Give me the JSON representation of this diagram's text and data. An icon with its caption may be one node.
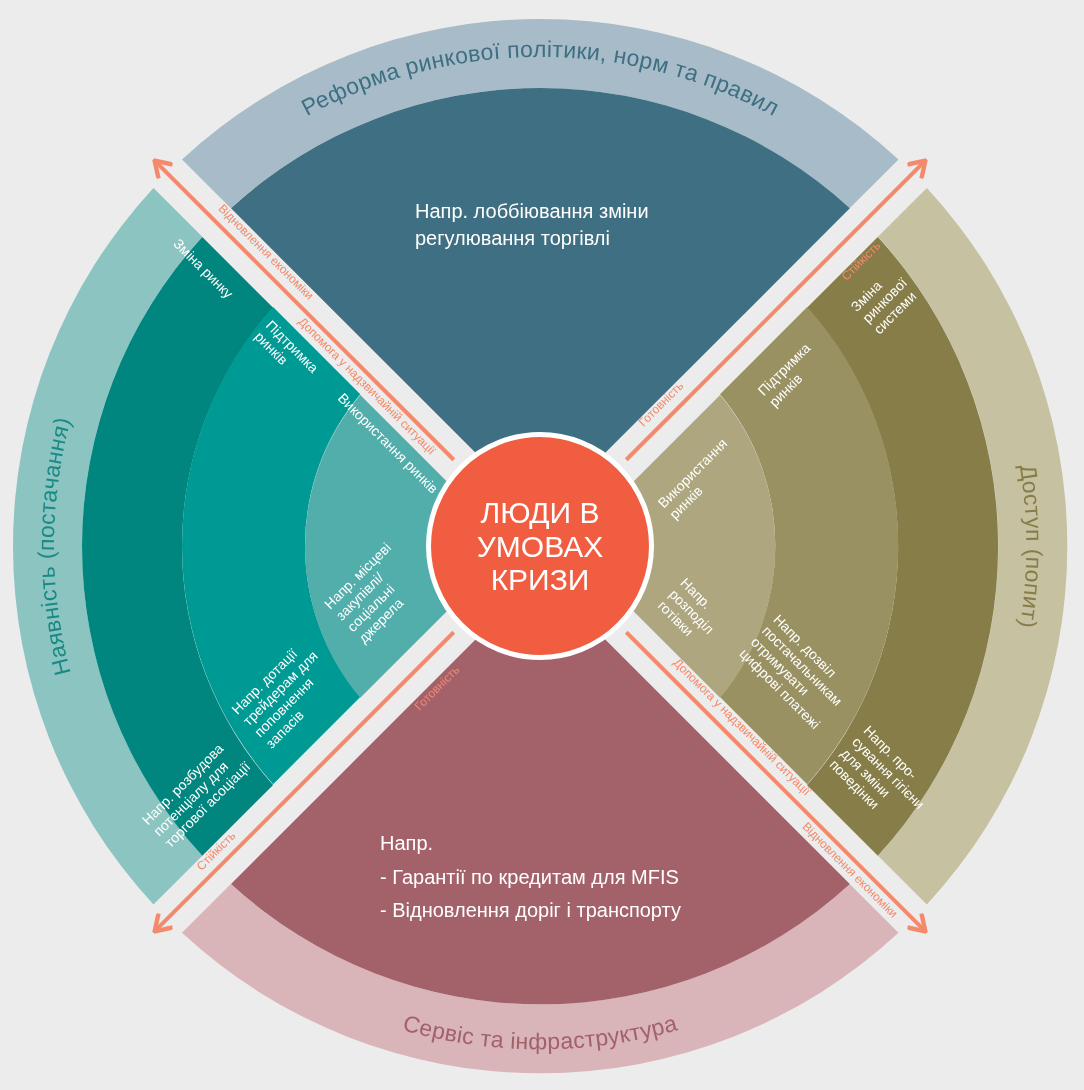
{
  "diagram": {
    "nodes": [
      {
        "text": [
          "ЛЮДИ В УМОВАХ КРИЗИ"
        ]
      },
      {
        "text": [
          "Реформа ринкової політики, норм та правил"
        ]
      },
      {
        "text": [
          "Напр. лоббіювання зміни регулювання торгівлі"
        ]
      },
      {
        "text": [
          "Доступ (попит)"
        ]
      },
      {
        "text": [
          "Зміна ринкової системи",
          "Напр. про- сування гігієни для зміни поведінки"
        ]
      },
      {
        "text": [
          "Підтримка ринків",
          "Напр. дозвіл постачальникам отримувати цифрові платежі"
        ]
      },
      {
        "text": [
          "Використання ринків",
          "Напр. розподіл готівки"
        ]
      },
      {
        "text": [
          "Сервіс та інфраструктура"
        ]
      },
      {
        "text": [
          "Напр.",
          "- Гарантії по кредитам для MFIS",
          "- Відновлення доріг і транспорту"
        ]
      },
      {
        "text": [
          "Наявність (постачання)"
        ]
      },
      {
        "text": [
          "Зміна ринку",
          "Напр. розбудова потенціалу для торгової асоціації"
        ]
      },
      {
        "text": [
          "Підтримка ринків",
          "Напр. дотації трейдерам для поповнення запасів"
        ]
      },
      {
        "text": [
          "Використання ринків",
          "Напр. місцеві закупівлі/ соціальні джерела"
        ]
      }
    ],
    "edges": [
      {
        "from": 0,
        "to": 1,
        "arrow": "to"
      },
      {
        "from": 0,
        "to": 3,
        "arrow": "to"
      },
      {
        "from": 0,
        "to": 9,
        "arrow": "to"
      },
      {
        "from": 0,
        "to": 7,
        "arrow": "to"
      }
    ],
    "labels": [
      "Відновлення економіки",
      "Допомога у надзвичайній ситуації",
      "Стійкість",
      "Готовність",
      "Готовність",
      "Стійкість",
      "Допомога у надзвичайній ситуації",
      "Відновлення економіки"
    ]
  }
}
